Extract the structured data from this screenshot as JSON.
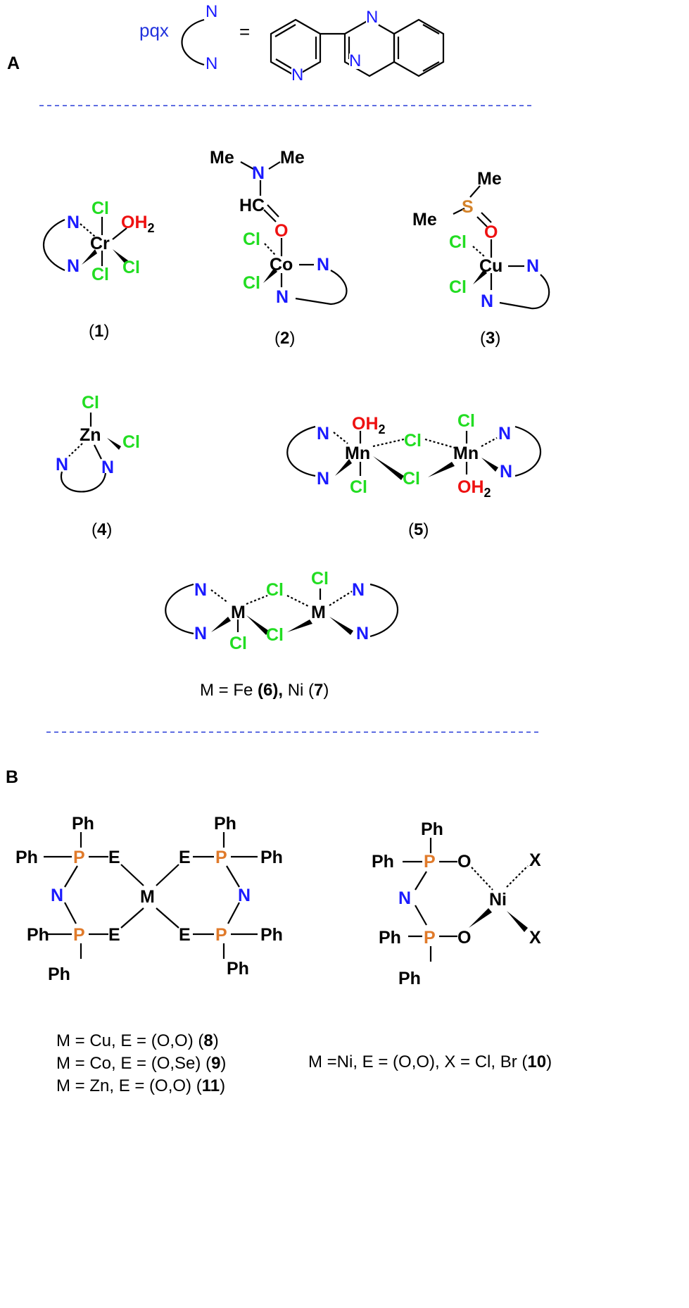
{
  "colors": {
    "nitrogen": "#1a1aff",
    "chlorine": "#22dd22",
    "oxygen": "#ee1111",
    "phosphorus": "#e07a2a",
    "sulfur": "#d4832a",
    "pqx_label": "#2233dd",
    "divider": "#2a3fd8",
    "text": "#000000"
  },
  "panel_a": {
    "label": "A",
    "ligand": {
      "name": "pqx",
      "equals": "=",
      "n": "N"
    },
    "complexes": {
      "c1": {
        "metal": "Cr",
        "cl": "Cl",
        "n": "N",
        "o": "OH",
        "sub": "2",
        "caption": "1"
      },
      "c2": {
        "metal": "Co",
        "cl": "Cl",
        "n": "N",
        "o": "O",
        "me": "Me",
        "hc": "HC",
        "caption": "2"
      },
      "c3": {
        "metal": "Cu",
        "cl": "Cl",
        "n": "N",
        "o": "O",
        "me": "Me",
        "s": "S",
        "caption": "3"
      },
      "c4": {
        "metal": "Zn",
        "cl": "Cl",
        "n": "N",
        "caption": "4"
      },
      "c5": {
        "metal": "Mn",
        "cl": "Cl",
        "n": "N",
        "o": "OH",
        "sub": "2",
        "caption": "5"
      },
      "c67": {
        "metal": "M",
        "cl": "Cl",
        "n": "N",
        "caption_pre": "M = Fe ",
        "caption_6": "(6),",
        "caption_mid": " Ni (",
        "caption_7": "7",
        "caption_end": ")"
      }
    }
  },
  "panel_b": {
    "label": "B",
    "atoms": {
      "ph": "Ph",
      "p": "P",
      "e": "E",
      "n": "N",
      "m": "M",
      "ni": "Ni",
      "o": "O",
      "x": "X"
    },
    "captions_left": [
      {
        "text": "M = Cu, E = (O,O)  (",
        "num": "8",
        "end": ")"
      },
      {
        "text": "M = Co, E = (O,Se) (",
        "num": "9",
        "end": ")"
      },
      {
        "text": "M = Zn, E = (O,O) (",
        "num": "11",
        "end": ")"
      }
    ],
    "caption_right": {
      "text": "M =Ni, E = (O,O), X = Cl, Br (",
      "num": "10",
      "end": ")"
    }
  }
}
